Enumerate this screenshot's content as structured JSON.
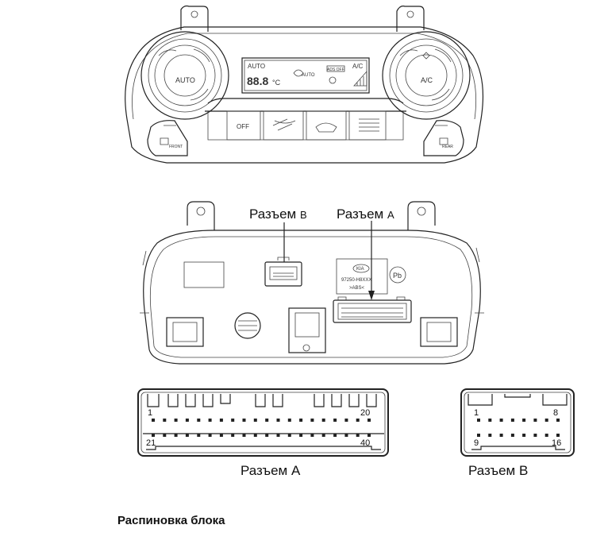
{
  "panel": {
    "knob_left_label": "AUTO",
    "knob_right_label": "A/C",
    "display_auto": "AUTO",
    "display_temp": "88.8",
    "display_unit": "°C",
    "display_auto2": "AUTO",
    "display_ads_off": "ADS OFF",
    "display_ac": "A/C",
    "button_off": "OFF",
    "button_front": "FRONT",
    "button_rear": "REAR"
  },
  "rear": {
    "logo": "KIA",
    "part_number": "97250-H8XXX",
    "material": ">ABS<",
    "pb_mark": "Pb"
  },
  "callouts": {
    "connector_b": {
      "text": "Разъем ",
      "suffix": "B"
    },
    "connector_a": {
      "text": "Разъем ",
      "suffix": "A"
    }
  },
  "connector_a": {
    "name": "Разъем A",
    "pin_first_top": "1",
    "pin_last_top": "20",
    "pin_first_bottom": "21",
    "pin_last_bottom": "40"
  },
  "connector_b": {
    "name": "Разъем B",
    "pin_first_top": "1",
    "pin_last_top": "8",
    "pin_first_bottom": "9",
    "pin_last_bottom": "16"
  },
  "caption": "Распиновка блока"
}
